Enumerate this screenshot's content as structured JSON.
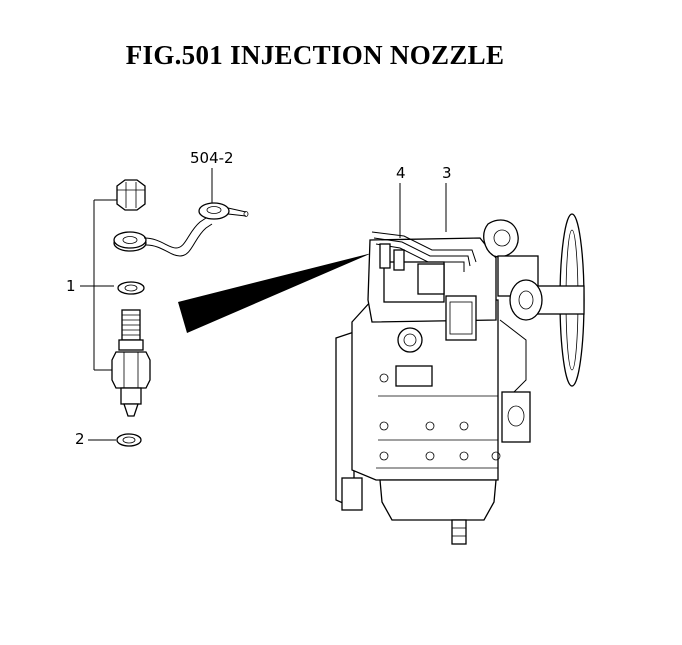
{
  "title": "FIG.501  INJECTION NOZZLE",
  "callouts": {
    "pipe_ref": "504-2",
    "item1": "1",
    "item2": "2",
    "item3": "3",
    "item4": "4"
  }
}
